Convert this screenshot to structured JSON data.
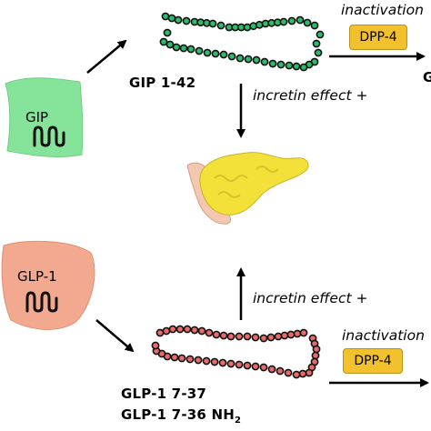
{
  "gip": {
    "hormone_label": "GIP",
    "peptide_label": "GIP 1-42",
    "inactivation_label": "inactivation",
    "enzyme_label": "DPP-4",
    "product_label_cropped": "G",
    "incretin_label": "incretin effect +"
  },
  "glp1": {
    "hormone_label": "GLP-1",
    "peptide_label_1": "GLP-1 7-37",
    "peptide_label_2": "GLP-1 7-36 NH",
    "peptide_label_2_sub": "2",
    "inactivation_label": "inactivation",
    "enzyme_label": "DPP-4",
    "incretin_label": "incretin effect +"
  },
  "target_organ": "pancreas-icon",
  "colors": {
    "gip_blob": "#86e39a",
    "glp1_blob": "#f2a98f",
    "gip_beads": "#2dba6a",
    "glp1_beads": "#e86a6a",
    "enzyme_badge": "#f2c12e",
    "pancreas": "#f3e13a",
    "duodenum": "#f4c7b0"
  }
}
